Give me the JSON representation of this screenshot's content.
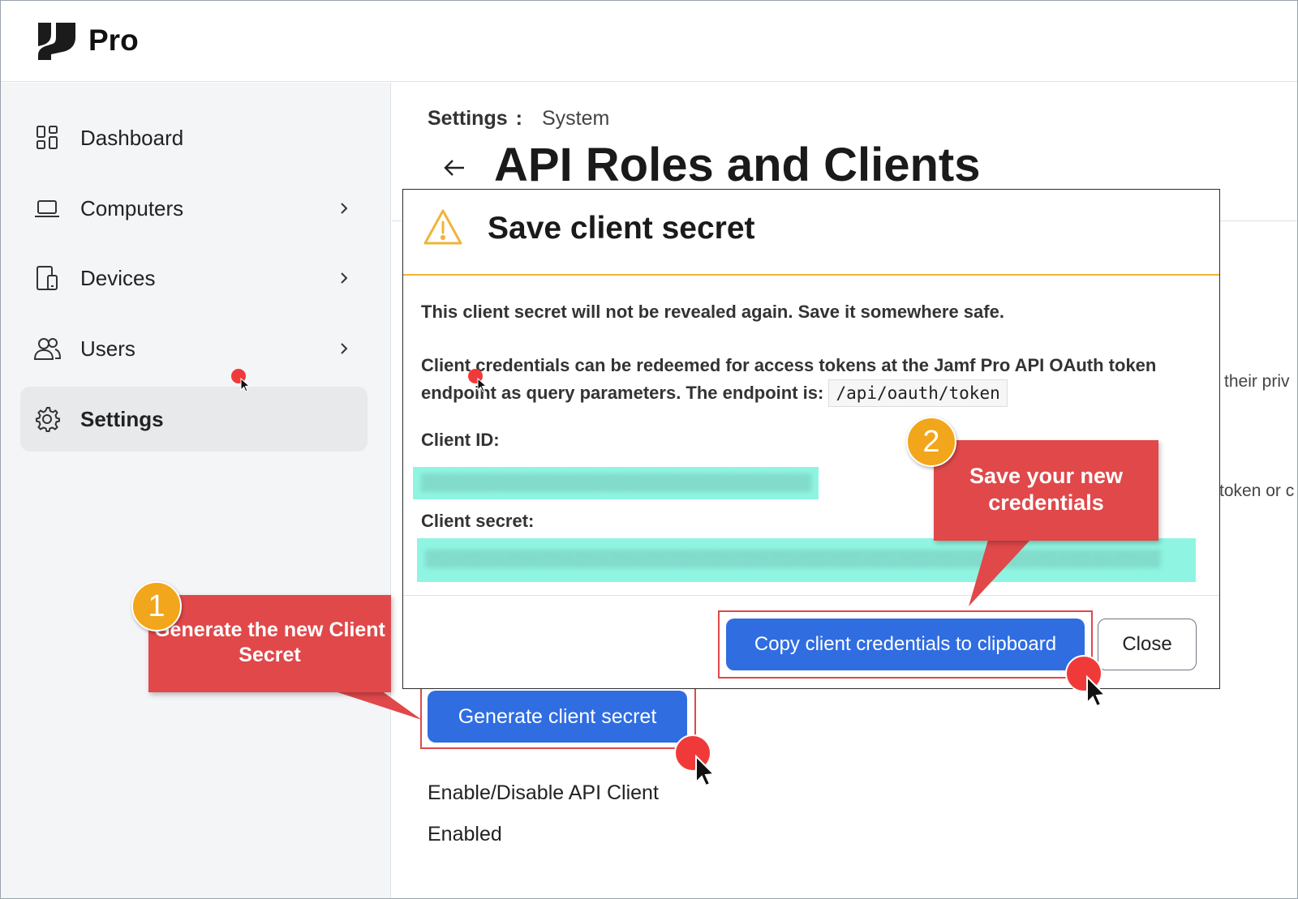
{
  "app": {
    "brand": "Pro",
    "logo_icon": "jamf-logo-icon"
  },
  "sidebar": {
    "items": [
      {
        "label": "Dashboard",
        "icon": "dashboard-icon",
        "has_chevron": false,
        "active": false
      },
      {
        "label": "Computers",
        "icon": "laptop-icon",
        "has_chevron": true,
        "active": false
      },
      {
        "label": "Devices",
        "icon": "devices-icon",
        "has_chevron": true,
        "active": false
      },
      {
        "label": "Users",
        "icon": "users-icon",
        "has_chevron": true,
        "active": false
      },
      {
        "label": "Settings",
        "icon": "gear-icon",
        "has_chevron": false,
        "active": true
      }
    ]
  },
  "breadcrumb": {
    "parent": "Settings",
    "separator": ":",
    "current": "System"
  },
  "page": {
    "title": "API Roles and Clients",
    "background_text_1": "their priv",
    "background_text_2": "token or c",
    "generate_button": "Generate client secret",
    "field_label": "Enable/Disable API Client",
    "field_value": "Enabled"
  },
  "modal": {
    "title": "Save client secret",
    "warning": "This client secret will not be revealed again. Save it somewhere safe.",
    "info_text": "Client credentials can be redeemed for access tokens at the Jamf Pro API OAuth token endpoint as query parameters. The endpoint is:",
    "endpoint": "/api/oauth/token",
    "client_id_label": "Client ID:",
    "client_secret_label": "Client secret:",
    "copy_button": "Copy client credentials to clipboard",
    "close_button": "Close"
  },
  "annotations": {
    "step1": {
      "number": "1",
      "text": "Generate the new Client Secret"
    },
    "step2": {
      "number": "2",
      "text": "Save your new credentials"
    }
  },
  "colors": {
    "primary_button": "#2f6de1",
    "callout": "#e0484a",
    "badge": "#f2a61c",
    "redacted": "#8ff5e2",
    "warning": "#f0b43a"
  }
}
